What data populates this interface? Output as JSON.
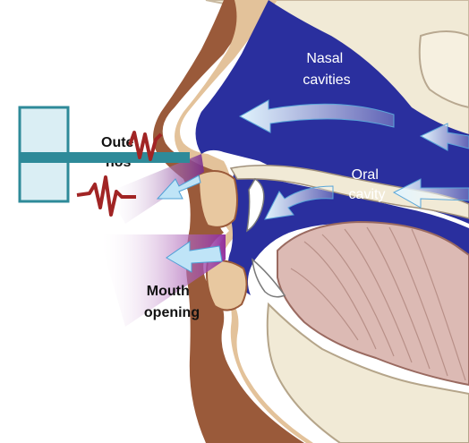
{
  "labels": {
    "nasal": [
      "Nasal",
      "cavities"
    ],
    "oral": [
      "Oral",
      "cavity"
    ],
    "nose": [
      "Oute",
      "nos"
    ],
    "mouth": [
      "Mouth",
      "opening"
    ]
  },
  "colors": {
    "cavity_blue": "#2a2f9e",
    "skin_brown": "#9a5a3a",
    "tissue_tan": "#e3c29a",
    "tongue_pink": "#dcbab4",
    "bone_cream": "#f1ead6",
    "flow_arrow": "#c8e6f6",
    "sound_purple": "#9b2fa8",
    "sound_wave_red": "#a12424",
    "sensor_box": "#daeef4",
    "sensor_border": "#2e8a99"
  },
  "icons": {
    "flow_arrows": "arrow-icon",
    "sound_waves": "zigzag-wave-icon",
    "sensor": "sensor-box-icon"
  }
}
